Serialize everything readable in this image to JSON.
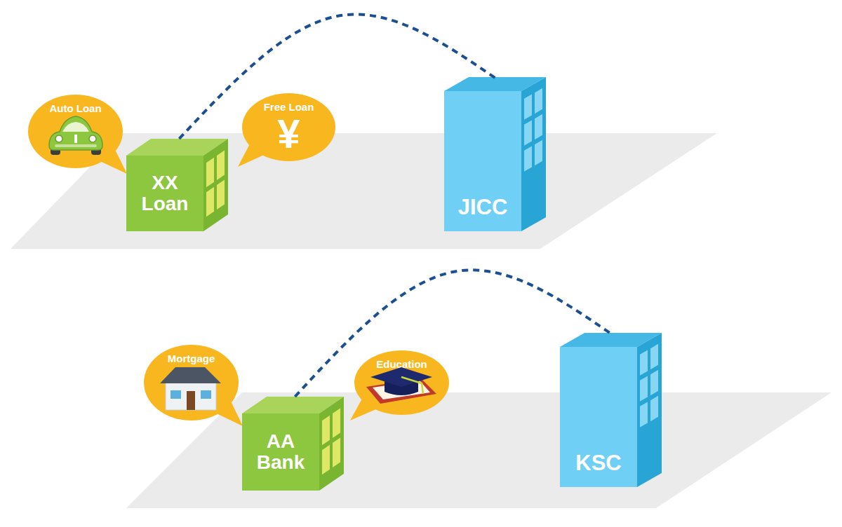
{
  "diagram": {
    "nodes": [
      {
        "text": [
          "Auto Loan"
        ]
      },
      {
        "text": [
          "XX Loan"
        ]
      },
      {
        "text": [
          "Free Loan",
          "¥"
        ]
      },
      {
        "text": [
          "JICC"
        ]
      },
      {
        "text": [
          "Mortgage"
        ]
      },
      {
        "text": [
          "AA Bank"
        ]
      },
      {
        "text": [
          "Education"
        ]
      },
      {
        "text": [
          "KSC"
        ]
      }
    ],
    "edges": [
      {
        "from": 1,
        "to": 3,
        "arrow": "none"
      },
      {
        "from": 5,
        "to": 7,
        "arrow": "none"
      }
    ]
  }
}
